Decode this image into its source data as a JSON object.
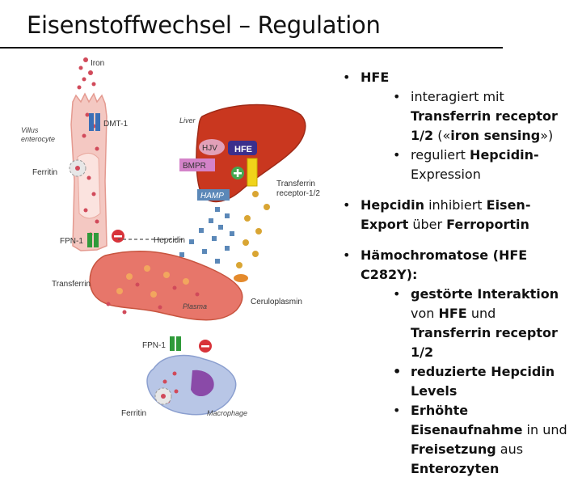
{
  "slide": {
    "title": "Eisenstoffwechsel – Regulation"
  },
  "figure": {
    "labels": {
      "iron": "Iron",
      "dmt1": "DMT-1",
      "villus": "Villus",
      "enterocyte": "enterocyte",
      "ferritin_top": "Ferritin",
      "liver": "Liver",
      "hjv": "HJV",
      "hfe": "HFE",
      "bmpr": "BMPR",
      "hamp": "HAMP",
      "tfr_line1": "Transferrin",
      "tfr_line2": "receptor-1/2",
      "fpn1_top": "FPN-1",
      "hepcidin": "Hepcidin",
      "transferrin": "Transferrin",
      "ceruloplasmin": "Ceruloplasmin",
      "plasma": "Plasma",
      "fpn1_bottom": "FPN-1",
      "ferritin_bottom": "Ferritin",
      "macrophage": "Macrophage"
    }
  },
  "bullets": {
    "hfe": {
      "head": "HFE",
      "s1_a": "interagiert mit ",
      "s1_b": "Transferrin receptor 1/2",
      "s1_c": " («",
      "s1_d": "iron sensing",
      "s1_e": "»)",
      "s2_a": "reguliert ",
      "s2_b": "Hepcidin-",
      "s2_c": "Expression"
    },
    "hepcidin": {
      "a": "Hepcidin",
      "b": " inhibiert ",
      "c": "Eisen-Export",
      "d": " über ",
      "e": "Ferroportin"
    },
    "haemo": {
      "head": "Hämochromatose (HFE C282Y):",
      "s1_a": "gestörte Interaktion",
      "s1_b": " von ",
      "s1_c": "HFE",
      "s1_d": " und ",
      "s1_e": "Transferrin receptor 1/2",
      "s2": "reduzierte Hepcidin Levels",
      "s3_a": "Erhöhte Eisenaufnahme",
      "s3_b": " in und ",
      "s3_c": "Freisetzung",
      "s3_d": " aus ",
      "s3_e": "Enterozyten"
    }
  },
  "colors": {
    "liver": "#c9371f",
    "enterocyte": "#f4c8c2",
    "iron_dot": "#d14a5a",
    "hepcidin_square": "#5b88b8",
    "transferrin_dot": "#d9a533",
    "fpn": "#2f9a3a",
    "hfe": "#3b2f8c",
    "hjv": "#e2a0b8",
    "bmpr": "#d483c9",
    "tfr_bar": "#f0d41a",
    "macrophage": "#b8c6e6",
    "vessel": "#e7766a"
  }
}
